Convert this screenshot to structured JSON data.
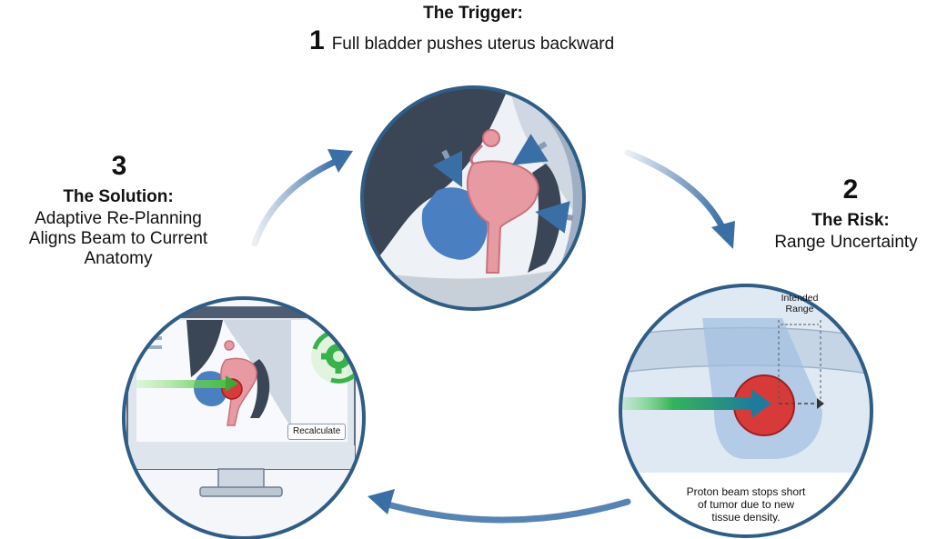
{
  "step1": {
    "number": "1",
    "heading": "The Trigger:",
    "text": "Full bladder pushes uterus backward"
  },
  "step2": {
    "number": "2",
    "heading": "The Risk:",
    "text": "Range Uncertainty",
    "intended_range": [
      "Intended",
      "Range"
    ],
    "caption": [
      "Proton beam stops short",
      "of tumor due to new",
      "tissue density."
    ]
  },
  "step3": {
    "number": "3",
    "heading": "The Solution:",
    "text": [
      "Adaptive Re-Planning",
      "Aligns Beam to Current",
      "Anatomy"
    ],
    "button": "Recalculate"
  },
  "colors": {
    "ring": "#2f5d86",
    "arrow": "#3a6fa6",
    "bladder": "#4a7fc1",
    "uterus": "#e79aa2",
    "tumor": "#d83a3a",
    "beam": "#2ea37a",
    "gear": "#38b24a"
  }
}
